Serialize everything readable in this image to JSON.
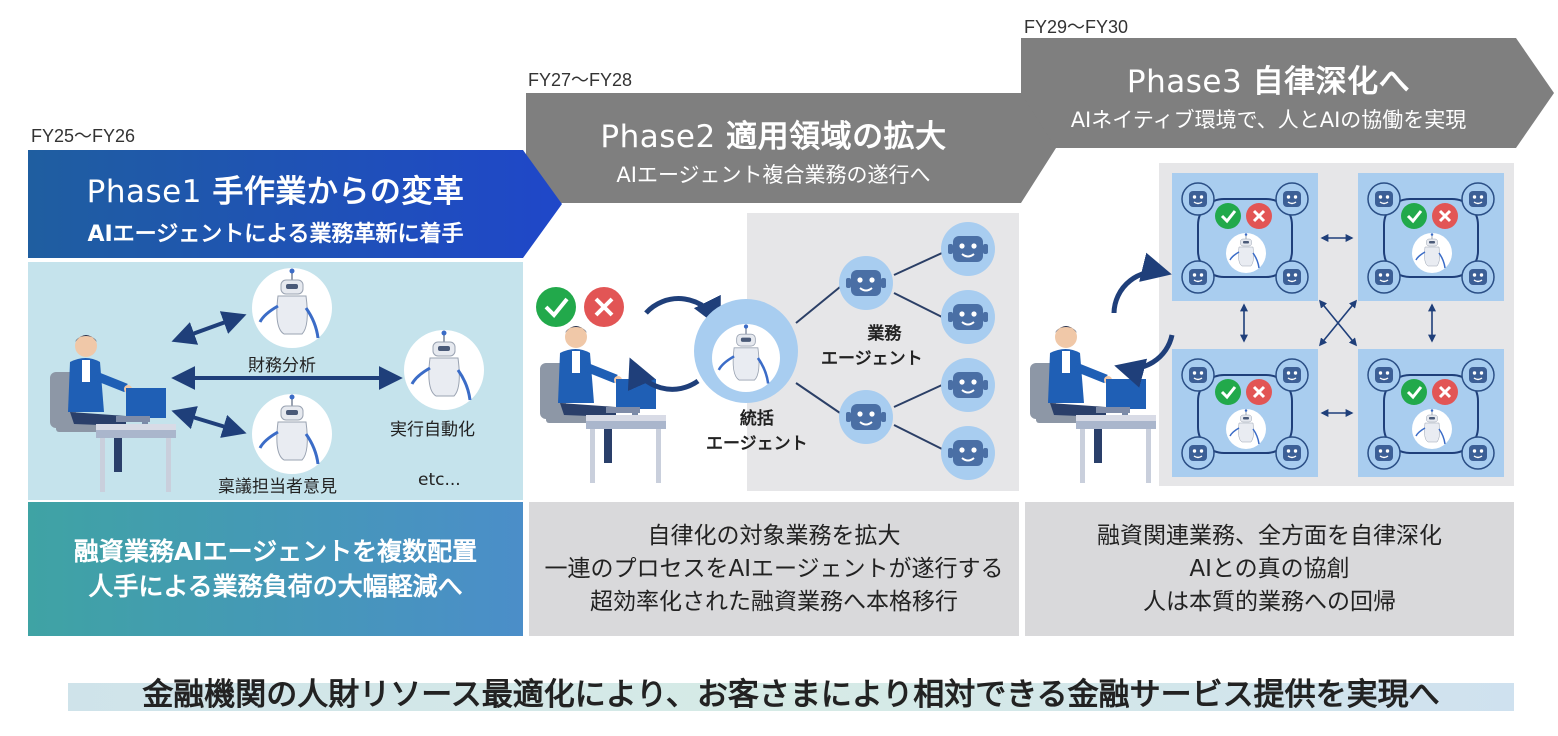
{
  "phase1": {
    "period": "FY25～FY26",
    "phase": "Phase1",
    "title": "手作業からの変革",
    "subtitle": "AIエージェントによる業務革新に着手",
    "labels": {
      "finance": "財務分析",
      "automation": "実行自動化",
      "opinion": "稟議担当者意見",
      "etc": "etc..."
    },
    "summary": [
      "融資業務AIエージェントを複数配置",
      "人手による業務負荷の大幅軽減へ"
    ]
  },
  "phase2": {
    "period": "FY27～FY28",
    "phase": "Phase2",
    "title": "適用領域の拡大",
    "subtitle": "AIエージェント複合業務の遂行へ",
    "labels": {
      "business_agent_1": "業務",
      "business_agent_2": "エージェント",
      "supervisor_1": "統括",
      "supervisor_2": "エージェント"
    },
    "summary": [
      "自律化の対象業務を拡大",
      "一連のプロセスをAIエージェントが遂行する",
      "超効率化された融資業務へ本格移行"
    ]
  },
  "phase3": {
    "period": "FY29～FY30",
    "phase": "Phase3",
    "title": "自律深化へ",
    "subtitle": "AIネイティブ環境で、人とAIの協働を実現",
    "summary": [
      "融資関連業務、全方面を自律深化",
      "AIとの真の協創",
      "人は本質的業務への回帰"
    ]
  },
  "bottom_message": "金融機関の人財リソース最適化により、お客さまにより相対できる金融サービス提供を実現へ",
  "colors": {
    "phase1_banner": "#1f5fa8",
    "phase_gray_banner": "#7f7f7f",
    "phase1_panel": "#c5e3ec",
    "gray_panel": "#d9d9db",
    "robot_circle": "#a8cdf0",
    "robot_face": "#4a6fa5",
    "check_green": "#22a94b",
    "cross_red": "#e25555"
  }
}
